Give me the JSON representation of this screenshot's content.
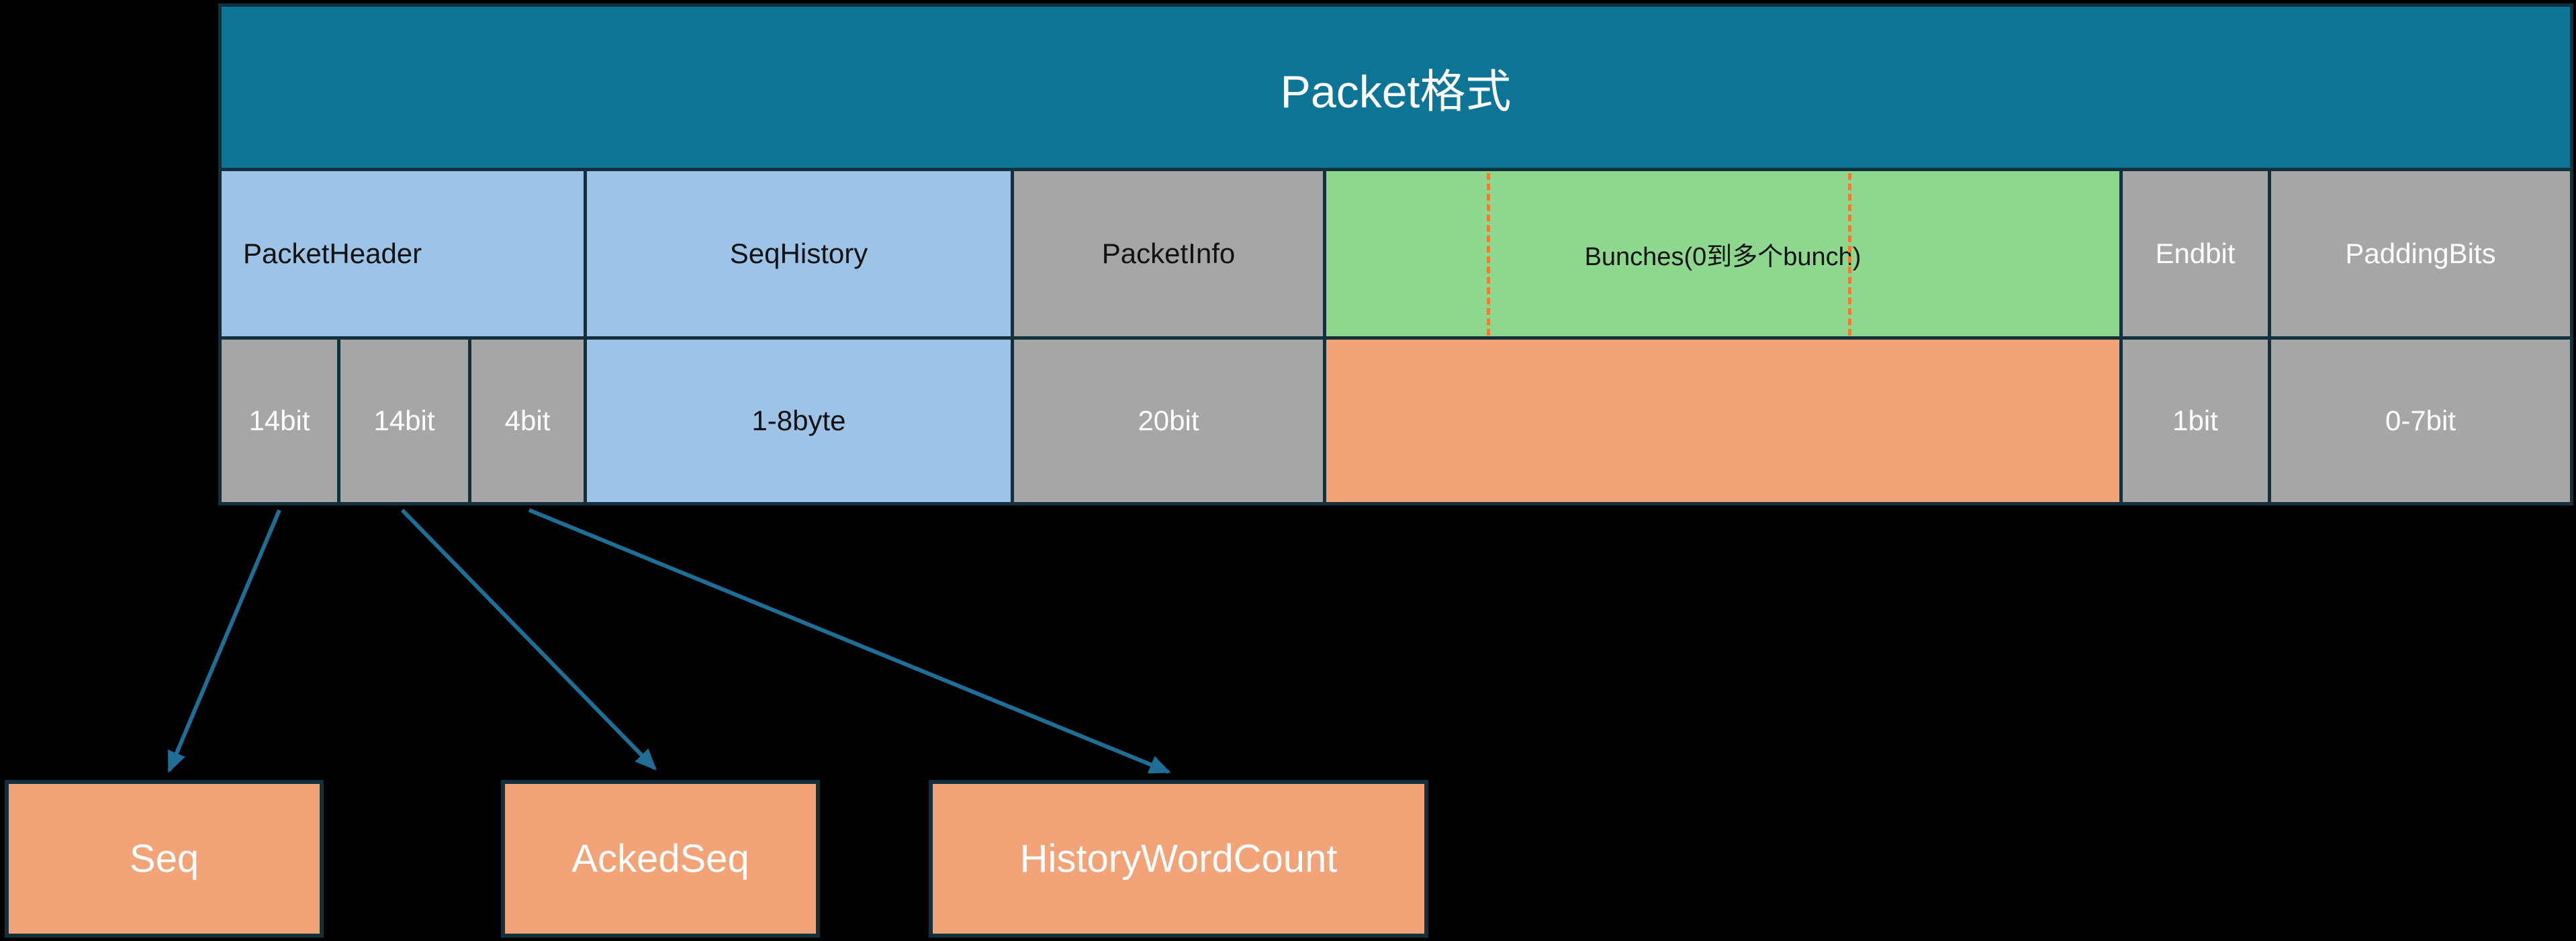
{
  "colors": {
    "bg": "#000000",
    "teal": "#0e7496",
    "blue": "#9dc3e6",
    "gray": "#a6a6a6",
    "green": "#8ed78e",
    "orange": "#f2a377",
    "border": "#14303d",
    "arrow": "#1e6e96",
    "dash": "#ed7d31",
    "text-dark": "#111111",
    "text-light": "#ffffff"
  },
  "header": {
    "title": "Packet格式"
  },
  "row1": {
    "packet_header": "PacketHeader",
    "seq_history": "SeqHistory",
    "packet_info": "PacketInfo",
    "bunches": "Bunches(0到多个bunch)",
    "endbit": "Endbit",
    "padding_bits": "PaddingBits"
  },
  "row2": {
    "seq_bits": "14bit",
    "acked_seq_bits": "14bit",
    "history_word_count_bits": "4bit",
    "seq_history_size": "1-8byte",
    "packet_info_size": "20bit",
    "bunch_area": "",
    "endbit_size": "1bit",
    "padding_bits_size": "0-7bit"
  },
  "callouts": {
    "seq": "Seq",
    "acked_seq": "AckedSeq",
    "history_word_count": "HistoryWordCount"
  }
}
